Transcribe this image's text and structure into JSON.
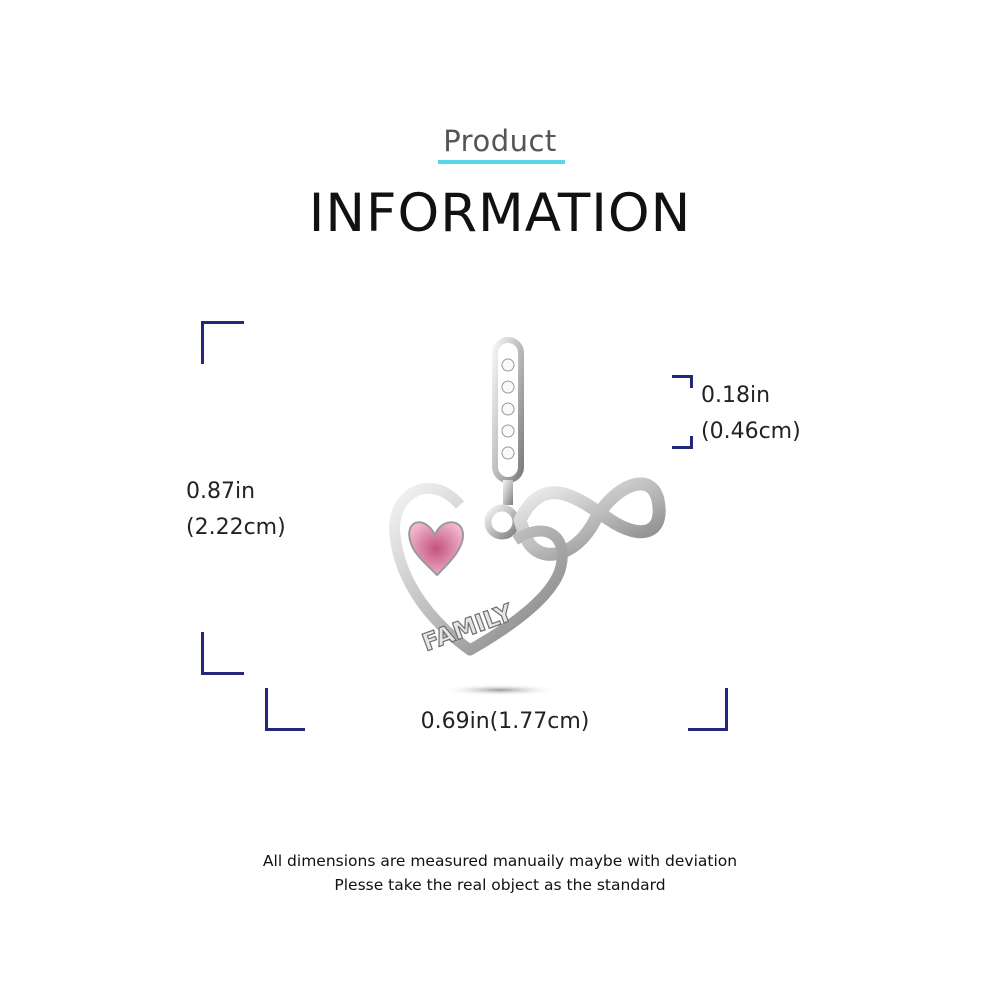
{
  "header": {
    "subtitle": "Product",
    "title": "INFORMATION",
    "accent_color": "#5ad6e8"
  },
  "product_image": {
    "description": "Silver heart charm with pink heart stone, FAMILY lettering, infinity symbol and CZ-studded bail",
    "engraving": "FAMILY",
    "stone_color": "#f2a6c4"
  },
  "dimensions": {
    "height": {
      "in": "0.87in",
      "cm": "(2.22cm)"
    },
    "bail": {
      "in": "0.18in",
      "cm": "(0.46cm)"
    },
    "width": {
      "label": "0.69in(1.77cm)"
    },
    "bracket_color": "#25277a"
  },
  "footer": {
    "line1": "All dimensions are measured manuaily maybe with deviation",
    "line2": "Plesse take the real object as the standard"
  }
}
